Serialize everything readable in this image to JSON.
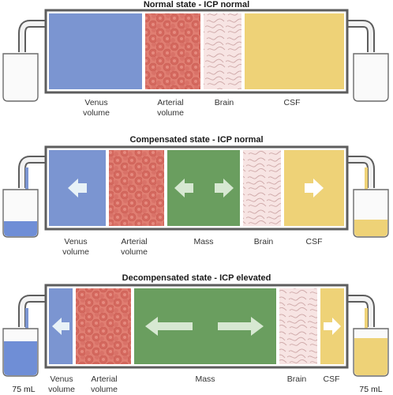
{
  "colors": {
    "venous": "#7b95d1",
    "arterial": "#e07e72",
    "brain": "#f7e4e3",
    "csf": "#eed277",
    "mass": "#6a9e5f",
    "arrow": "#e8f2f7",
    "frame": "#5d5d5d"
  },
  "panels": [
    {
      "title": "Normal state - ICP normal",
      "labels": {
        "venous": "Venus\nvolume",
        "arterial": "Arterial\nvolume",
        "brain": "Brain",
        "csf": "CSF"
      },
      "beaker_left": "",
      "beaker_right": ""
    },
    {
      "title": "Compensated state - ICP normal",
      "labels": {
        "venous": "Venus\nvolume",
        "arterial": "Arterial\nvolume",
        "mass": "Mass",
        "brain": "Brain",
        "csf": "CSF"
      },
      "beaker_left": "",
      "beaker_right": ""
    },
    {
      "title": "Decompensated state - ICP elevated",
      "labels": {
        "venous": "Venus\nvolume",
        "arterial": "Arterial\nvolume",
        "mass": "Mass",
        "brain": "Brain",
        "csf": "CSF"
      },
      "beaker_left": "75 mL",
      "beaker_right": "75 mL"
    }
  ]
}
